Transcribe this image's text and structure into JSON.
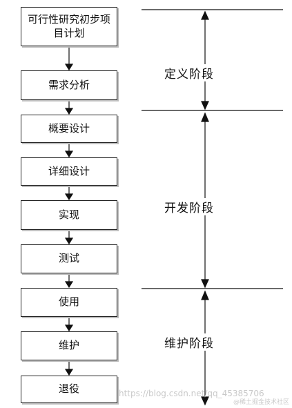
{
  "steps": [
    {
      "line1": "可行性研究初步项",
      "line2": "目计划"
    },
    {
      "line1": "需求分析"
    },
    {
      "line1": "概要设计"
    },
    {
      "line1": "详细设计"
    },
    {
      "line1": "实现"
    },
    {
      "line1": "测试"
    },
    {
      "line1": "使用"
    },
    {
      "line1": "维护"
    },
    {
      "line1": "退役"
    }
  ],
  "phases": [
    {
      "label": "定义阶段"
    },
    {
      "label": "开发阶段"
    },
    {
      "label": "维护阶段"
    }
  ],
  "watermark": "https://blog.csdn.net/qq_45385706",
  "watermark_logo": "@稀土掘金技术社区"
}
